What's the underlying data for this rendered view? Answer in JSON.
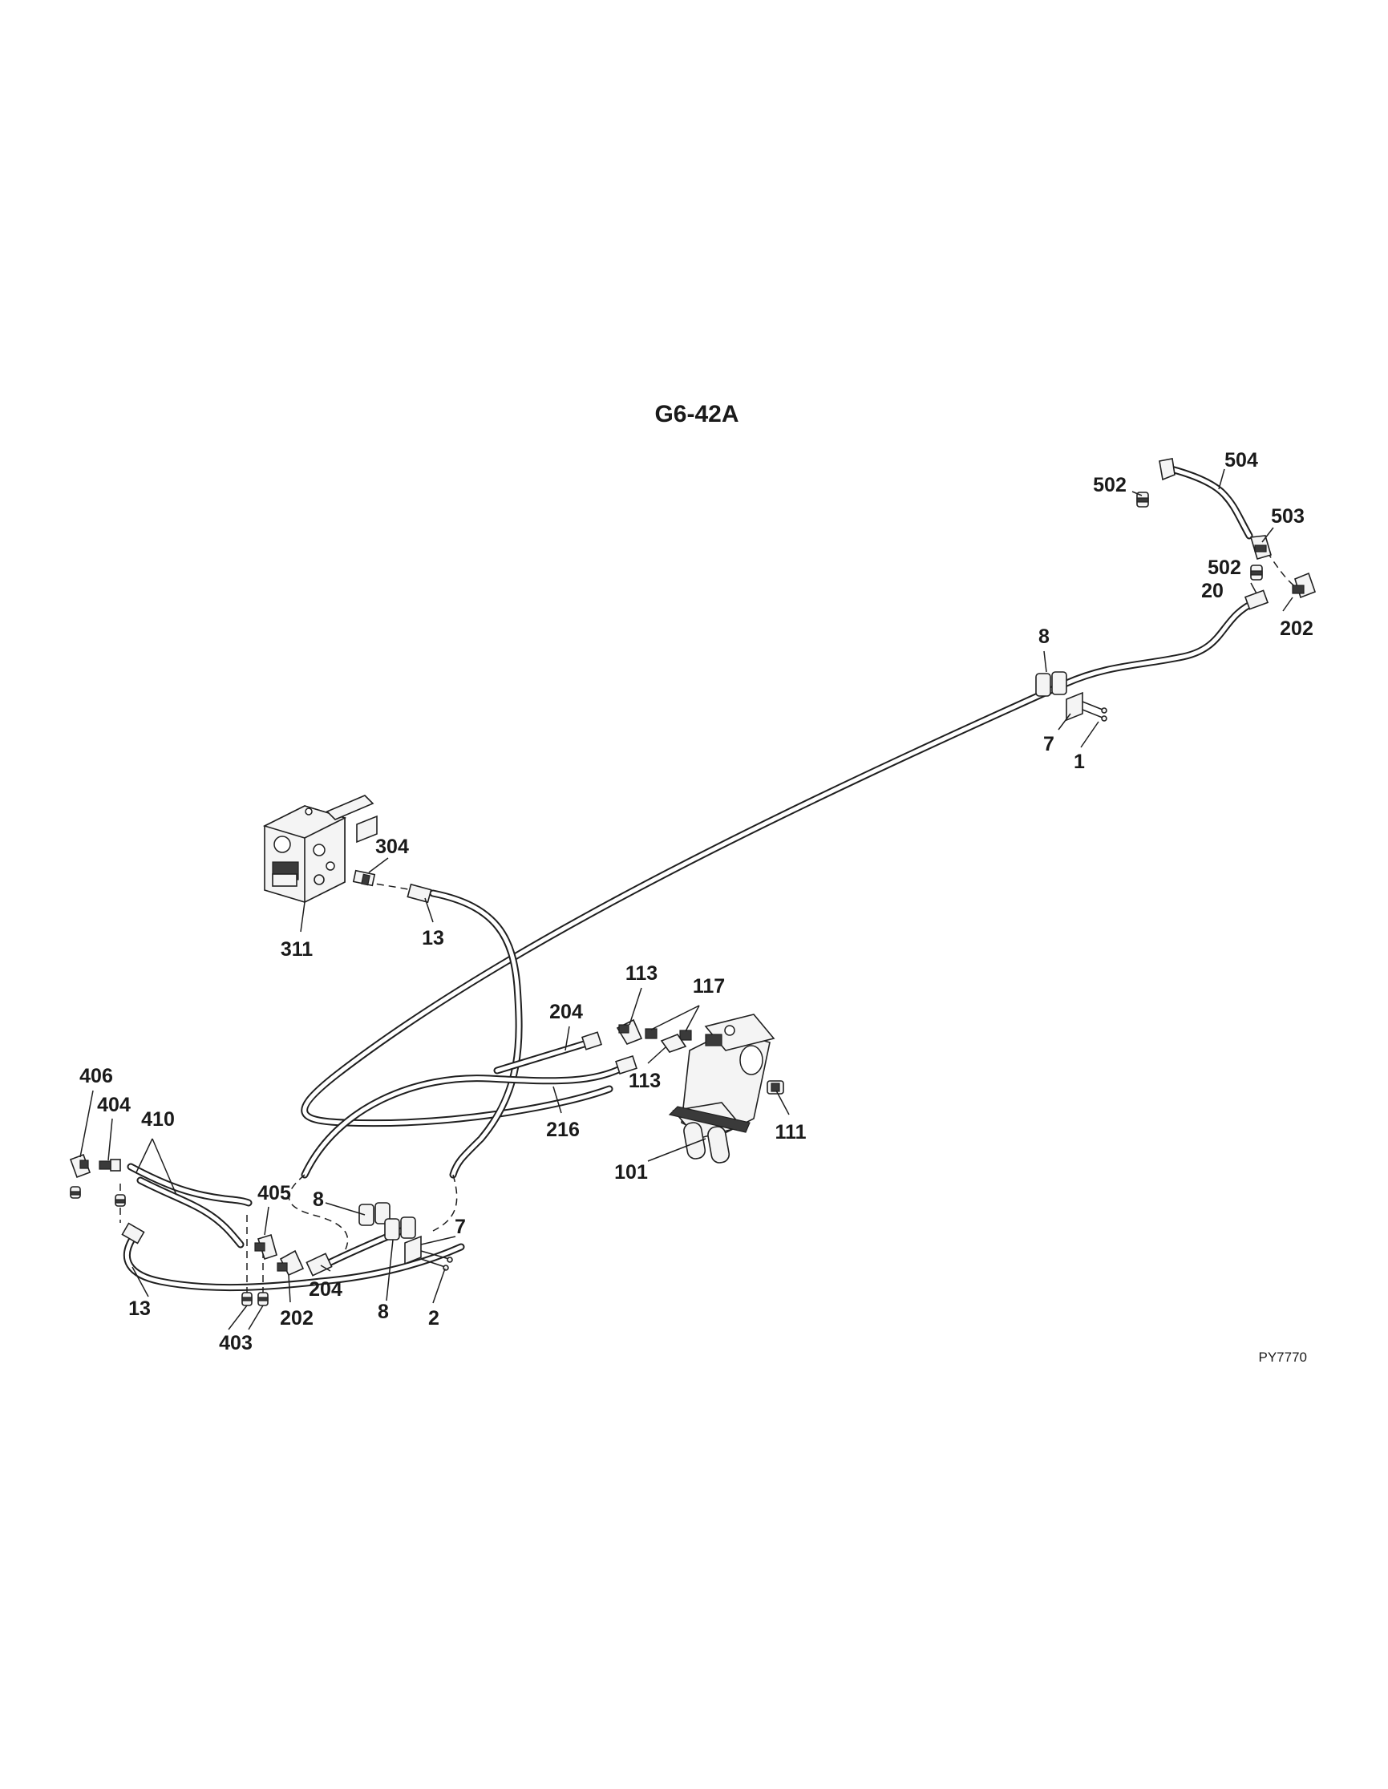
{
  "title": "G6-42A",
  "reference": "PY7770",
  "callouts": {
    "c504": "504",
    "c502a": "502",
    "c503": "503",
    "c502b": "502",
    "c20": "20",
    "c202a": "202",
    "c8a": "8",
    "c7a": "7",
    "c1": "1",
    "c304": "304",
    "c311": "311",
    "c13a": "13",
    "c113a": "113",
    "c117": "117",
    "c204a": "204",
    "c113b": "113",
    "c216": "216",
    "c111": "111",
    "c101": "101",
    "c406": "406",
    "c404": "404",
    "c410": "410",
    "c405": "405",
    "c8b": "8",
    "c7b": "7",
    "c13b": "13",
    "c204b": "204",
    "c202b": "202",
    "c8c": "8",
    "c2": "2",
    "c403": "403"
  }
}
